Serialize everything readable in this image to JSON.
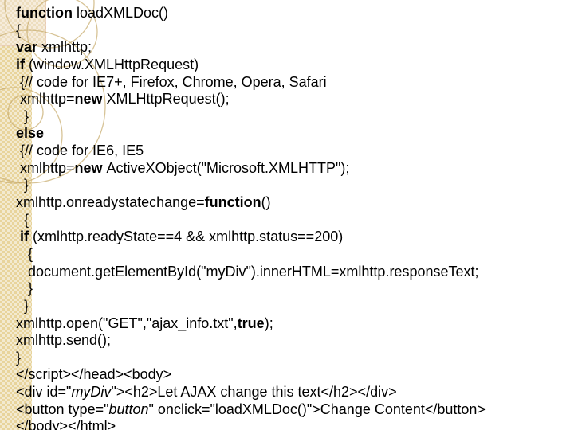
{
  "slide": {
    "background": "#ffffff",
    "text_color": "#000000"
  },
  "decor": {
    "strip_color_dark": "#e8d49c",
    "strip_color_light": "#f3ead0",
    "corner_square_color": "#f4ecd8",
    "circle_stroke": "#c6a96a"
  },
  "code": {
    "lines": [
      {
        "segments": [
          {
            "text": "function ",
            "bold": true
          },
          {
            "text": "loadXMLDoc()"
          }
        ]
      },
      {
        "segments": [
          {
            "text": "{"
          }
        ]
      },
      {
        "segments": [
          {
            "text": "var ",
            "bold": true
          },
          {
            "text": "xmlhttp;"
          }
        ]
      },
      {
        "segments": [
          {
            "text": "if ",
            "bold": true
          },
          {
            "text": "(window.XMLHttpRequest)"
          }
        ]
      },
      {
        "segments": [
          {
            "text": " {// code for IE7+, Firefox, Chrome, Opera, Safari"
          }
        ]
      },
      {
        "segments": [
          {
            "text": " xmlhttp="
          },
          {
            "text": "new ",
            "bold": true
          },
          {
            "text": "XMLHttpRequest();"
          }
        ]
      },
      {
        "segments": [
          {
            "text": "  }"
          }
        ]
      },
      {
        "segments": [
          {
            "text": "else",
            "bold": true
          }
        ]
      },
      {
        "segments": [
          {
            "text": " {// code for IE6, IE5"
          }
        ]
      },
      {
        "segments": [
          {
            "text": " xmlhttp="
          },
          {
            "text": "new ",
            "bold": true
          },
          {
            "text": "ActiveXObject(\"Microsoft.XMLHTTP\");"
          }
        ]
      },
      {
        "segments": [
          {
            "text": "  }"
          }
        ]
      },
      {
        "segments": [
          {
            "text": "xmlhttp.onreadystatechange="
          },
          {
            "text": "function",
            "bold": true
          },
          {
            "text": "()"
          }
        ]
      },
      {
        "segments": [
          {
            "text": "  {"
          }
        ]
      },
      {
        "segments": [
          {
            "text": " "
          },
          {
            "text": "if ",
            "bold": true
          },
          {
            "text": "(xmlhttp.readyState==4 && xmlhttp.status==200)"
          }
        ]
      },
      {
        "segments": [
          {
            "text": "   {"
          }
        ]
      },
      {
        "segments": [
          {
            "text": "   document.getElementById(\"myDiv\").innerHTML=xmlhttp.responseText;"
          }
        ]
      },
      {
        "segments": [
          {
            "text": "   }"
          }
        ]
      },
      {
        "segments": [
          {
            "text": "  }"
          }
        ]
      },
      {
        "segments": [
          {
            "text": "xmlhttp.open(\"GET\",\"ajax_info.txt\","
          },
          {
            "text": "true",
            "bold": true
          },
          {
            "text": ");"
          }
        ]
      },
      {
        "segments": [
          {
            "text": "xmlhttp.send();"
          }
        ]
      },
      {
        "segments": [
          {
            "text": "}"
          }
        ]
      },
      {
        "segments": [
          {
            "text": "</script></head><body>"
          }
        ]
      },
      {
        "segments": [
          {
            "text": "<div id=\""
          },
          {
            "text": "myDiv",
            "italic": true
          },
          {
            "text": "\"><h2>Let AJAX change this text</h2></div>"
          }
        ]
      },
      {
        "segments": [
          {
            "text": "<button type=\""
          },
          {
            "text": "button",
            "italic": true
          },
          {
            "text": "\" onclick=\"loadXMLDoc()\">Change Content</button>"
          }
        ]
      },
      {
        "segments": [
          {
            "text": "</body></html>"
          }
        ]
      }
    ]
  }
}
